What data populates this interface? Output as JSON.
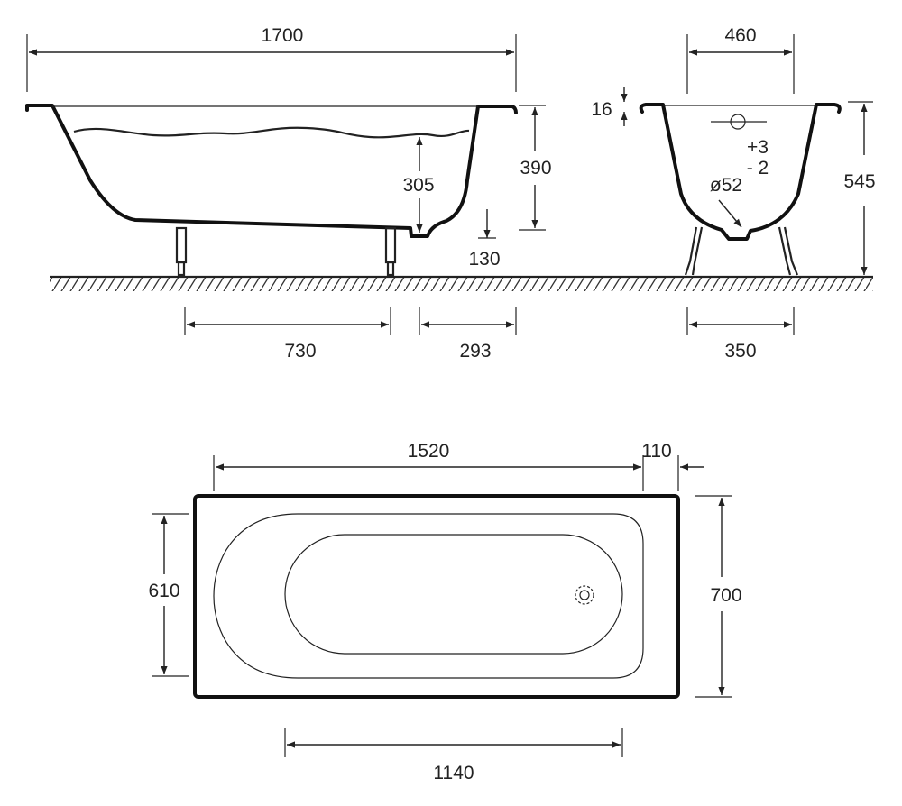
{
  "side_view": {
    "length": "1700",
    "rim_height": "390",
    "water_depth": "305",
    "drain_clearance": "130",
    "leg_spacing": "730",
    "leg_to_end": "293"
  },
  "end_view": {
    "width_top": "460",
    "rim_thickness": "16",
    "total_height": "545",
    "tolerance_plus": "+3",
    "tolerance_minus": "- 2",
    "drain_diameter": "ø52",
    "leg_spacing": "350"
  },
  "top_view": {
    "inner_length": "1520",
    "end_offset": "110",
    "inner_width": "610",
    "outer_width": "700",
    "bottom_length": "1140"
  }
}
